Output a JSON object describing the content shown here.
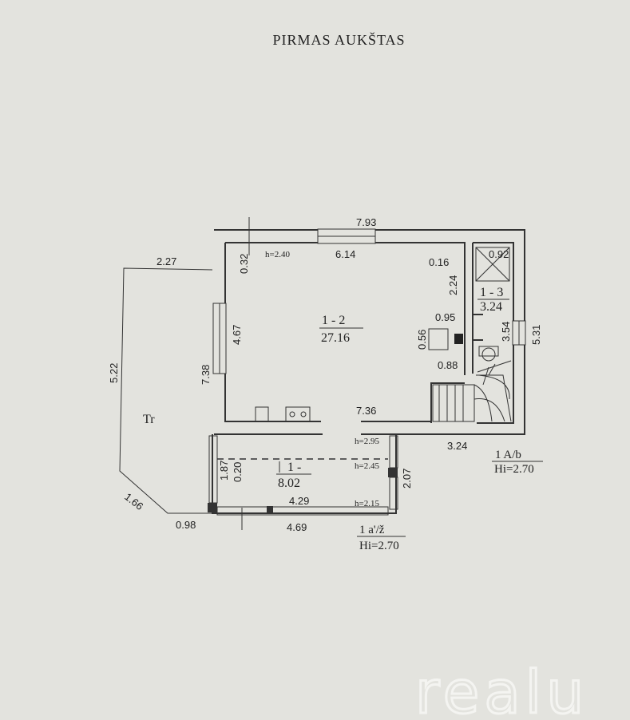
{
  "title": "PIRMAS AUKŠTAS",
  "watermark": "realu",
  "rooms": {
    "main": {
      "id": "1 - 2",
      "area": "27.16"
    },
    "bath": {
      "id": "1 - 3",
      "area": "3.24"
    },
    "porch": {
      "id": "1 -",
      "area": "8.02"
    },
    "terrace": {
      "id": "Tr"
    }
  },
  "dimensions": {
    "top_total": "7.93",
    "top_inner": "6.14",
    "left_outer": "7.38",
    "left_inner": "4.67",
    "left_small": "0.32",
    "terrace_top": "2.27",
    "terrace_side": "5.22",
    "terrace_diag": "1.66",
    "terrace_bottom": "0.98",
    "inner_bottom": "7.36",
    "stair_width": "3.24",
    "right_side": "5.31",
    "bath_height": "3.54",
    "bath_top": "0.92",
    "wall_016": "0.16",
    "stair_224": "2.24",
    "stair_095": "0.95",
    "stair_056": "0.56",
    "stair_088": "0.88",
    "porch_187": "1.87",
    "porch_020": "0.20",
    "porch_207": "2.07",
    "porch_inner": "4.29",
    "porch_outer": "4.69"
  },
  "heights": {
    "main": "h=2.40",
    "porch_a": "h=2.95",
    "porch_b": "h=2.45",
    "porch_c": "h=2.15"
  },
  "notes": {
    "ab_line1": "1  A/b",
    "ab_line2": "Hi=2.70",
    "az_line1": "1  a'/ž",
    "az_line2": "Hi=2.70"
  }
}
